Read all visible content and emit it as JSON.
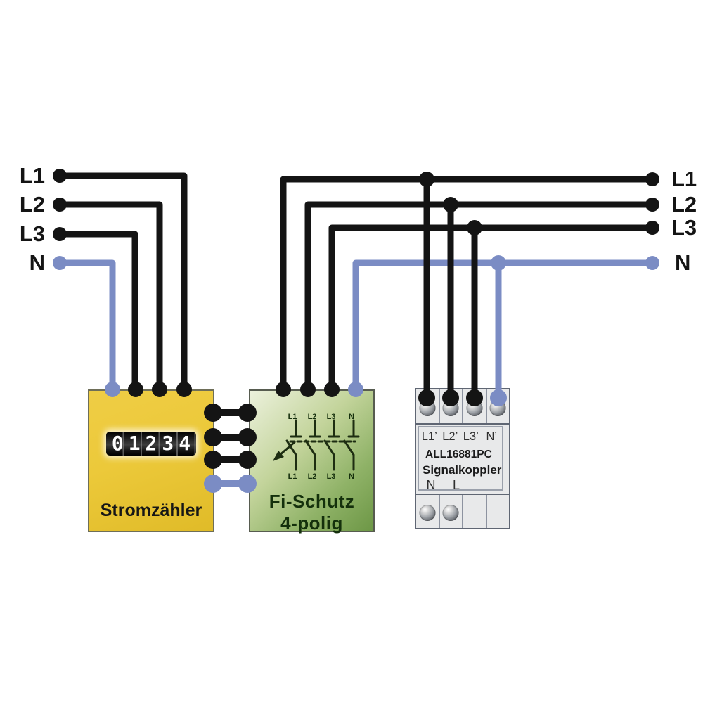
{
  "left_rail": {
    "labels": [
      "L1",
      "L2",
      "L3",
      "N"
    ]
  },
  "right_rail": {
    "labels": [
      "L1",
      "L2",
      "L3",
      "N"
    ]
  },
  "meter": {
    "name": "Stromzähler",
    "counter_value": "01234"
  },
  "rcd": {
    "title_line1": "Fi-Schutz",
    "title_line2": "4-polig",
    "pole_labels_top": [
      "L1",
      "L2",
      "L3",
      "N"
    ],
    "pole_labels_bottom": [
      "L1",
      "L2",
      "L3",
      "N"
    ]
  },
  "coupler": {
    "terminal_labels": [
      "L1’",
      "L2’",
      "L3’",
      "N’"
    ],
    "model": "ALL16881PC",
    "device_name": "Signalkoppler",
    "output_labels": [
      "N",
      "L"
    ]
  },
  "colors": {
    "phase_wire": "#141414",
    "neutral_wire": "#7b8cc4",
    "meter_fill": "#ecc93a",
    "rcd_gradient_start": "#ecf1dc",
    "rcd_gradient_end": "#6d9746",
    "coupler_fill": "#e8e9ea",
    "breaker_symbol": "#1d2d11"
  }
}
